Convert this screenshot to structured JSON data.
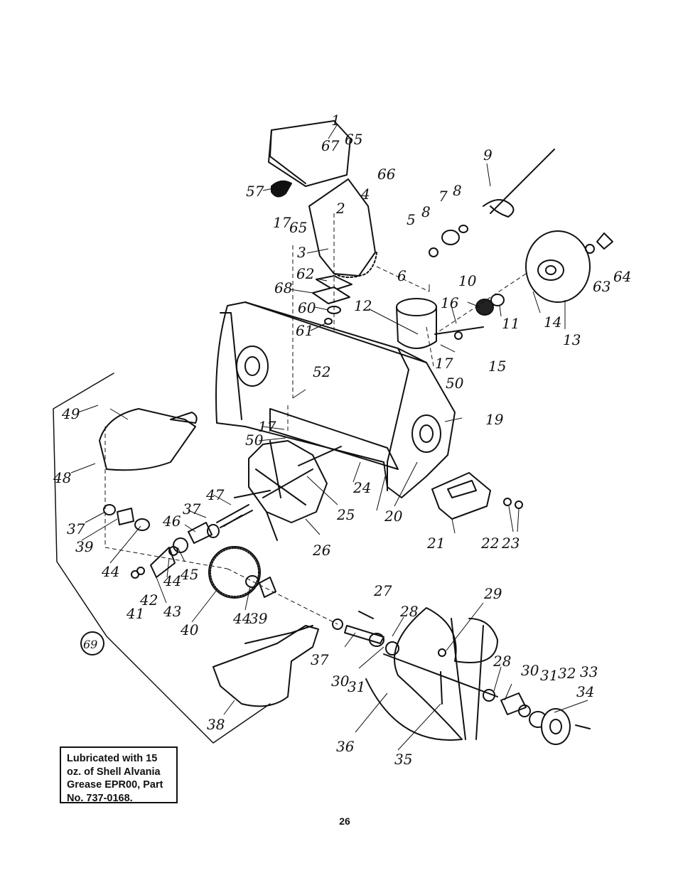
{
  "note": {
    "lines": [
      "Lubricated with 15",
      "oz. of Shell Alvania",
      "Grease EPR00, Part",
      "No. 737-0168."
    ]
  },
  "page_number": "26",
  "callouts": {
    "c1": "1",
    "c2": "2",
    "c3": "3",
    "c4": "4",
    "c5": "5",
    "c6": "6",
    "c7": "7",
    "c8a": "8",
    "c8b": "8",
    "c9": "9",
    "c10": "10",
    "c11": "11",
    "c12": "12",
    "c13": "13",
    "c14": "14",
    "c15": "15",
    "c16": "16",
    "c17a": "17",
    "c17b": "17",
    "c17c": "17",
    "c19": "19",
    "c20": "20",
    "c21": "21",
    "c22": "22",
    "c23": "23",
    "c24": "24",
    "c25": "25",
    "c26": "26",
    "c27": "27",
    "c28a": "28",
    "c28b": "28",
    "c29": "29",
    "c30a": "30",
    "c30b": "30",
    "c31a": "31",
    "c31b": "31",
    "c32": "32",
    "c33": "33",
    "c34": "34",
    "c35": "35",
    "c36": "36",
    "c37a": "37",
    "c37b": "37",
    "c37c": "37",
    "c38": "38",
    "c39a": "39",
    "c39b": "39",
    "c40": "40",
    "c41": "41",
    "c42": "42",
    "c43": "43",
    "c44a": "44",
    "c44b": "44",
    "c44c": "44",
    "c45": "45",
    "c46": "46",
    "c47": "47",
    "c48": "48",
    "c49": "49",
    "c50a": "50",
    "c50b": "50",
    "c52": "52",
    "c57": "57",
    "c60": "60",
    "c61": "61",
    "c62": "62",
    "c63": "63",
    "c64": "64",
    "c65a": "65",
    "c65b": "65",
    "c66": "66",
    "c67": "67",
    "c68": "68",
    "c69": "69"
  }
}
